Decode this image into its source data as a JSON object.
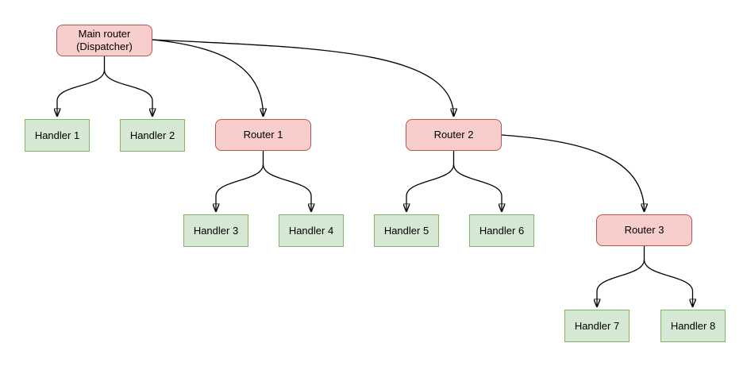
{
  "diagram": {
    "kind": "router-handler-tree",
    "colors": {
      "background": "#ffffff",
      "router_fill": "#f8cecc",
      "router_border": "#b85450",
      "handler_fill": "#d5e8d4",
      "handler_border": "#82b366",
      "edge": "#000000"
    },
    "nodes": [
      {
        "id": "main",
        "kind": "router",
        "label": "Main router\n(Dispatcher)"
      },
      {
        "id": "handler1",
        "kind": "handler",
        "label": "Handler 1"
      },
      {
        "id": "handler2",
        "kind": "handler",
        "label": "Handler 2"
      },
      {
        "id": "router1",
        "kind": "router",
        "label": "Router 1"
      },
      {
        "id": "handler3",
        "kind": "handler",
        "label": "Handler 3"
      },
      {
        "id": "handler4",
        "kind": "handler",
        "label": "Handler 4"
      },
      {
        "id": "router2",
        "kind": "router",
        "label": "Router 2"
      },
      {
        "id": "handler5",
        "kind": "handler",
        "label": "Handler 5"
      },
      {
        "id": "handler6",
        "kind": "handler",
        "label": "Handler 6"
      },
      {
        "id": "router3",
        "kind": "router",
        "label": "Router 3"
      },
      {
        "id": "handler7",
        "kind": "handler",
        "label": "Handler 7"
      },
      {
        "id": "handler8",
        "kind": "handler",
        "label": "Handler 8"
      }
    ],
    "edges": [
      {
        "from": "Main router (Dispatcher)",
        "to": "Handler 1"
      },
      {
        "from": "Main router (Dispatcher)",
        "to": "Handler 2"
      },
      {
        "from": "Main router (Dispatcher)",
        "to": "Router 1"
      },
      {
        "from": "Main router (Dispatcher)",
        "to": "Router 2"
      },
      {
        "from": "Router 1",
        "to": "Handler 3"
      },
      {
        "from": "Router 1",
        "to": "Handler 4"
      },
      {
        "from": "Router 2",
        "to": "Handler 5"
      },
      {
        "from": "Router 2",
        "to": "Handler 6"
      },
      {
        "from": "Router 2",
        "to": "Router 3"
      },
      {
        "from": "Router 3",
        "to": "Handler 7"
      },
      {
        "from": "Router 3",
        "to": "Handler 8"
      }
    ]
  }
}
